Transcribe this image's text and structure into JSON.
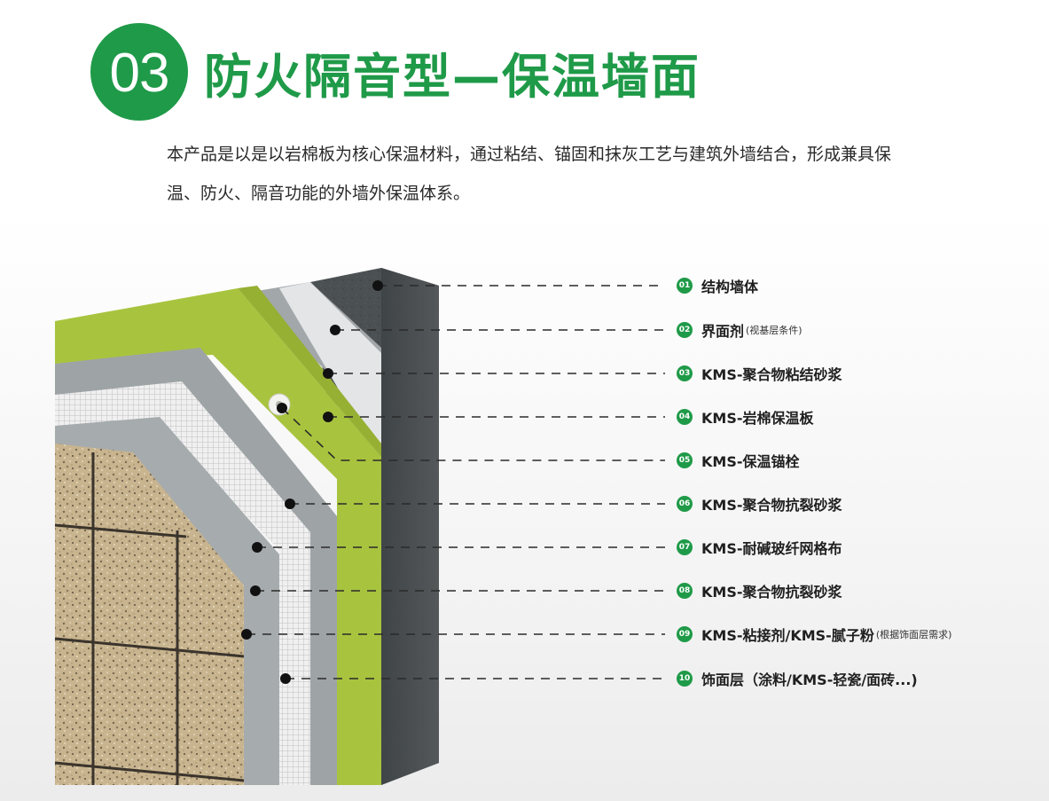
{
  "header": {
    "badge_number": "03",
    "title": "防火隔音型—保温墙面",
    "description": "本产品是以是以岩棉板为核心保温材料，通过粘结、锚固和抹灰工艺与建筑外墙结合，形成兼具保温、防火、隔音功能的外墙外保温体系。"
  },
  "colors": {
    "accent": "#1f9a48",
    "structural_wall": "#4a4f52",
    "rock_wool": "#a7c43c",
    "mortar": "#9ea3a6",
    "mesh": "#e6e6e6",
    "finish": "#c9b58e"
  },
  "layers": [
    {
      "num": "01",
      "text": "结构墙体",
      "note": ""
    },
    {
      "num": "02",
      "text": "界面剂",
      "note": "(视基层条件)"
    },
    {
      "num": "03",
      "text": "KMS-聚合物粘结砂浆",
      "note": ""
    },
    {
      "num": "04",
      "text": "KMS-岩棉保温板",
      "note": ""
    },
    {
      "num": "05",
      "text": "KMS-保温锚栓",
      "note": ""
    },
    {
      "num": "06",
      "text": "KMS-聚合物抗裂砂浆",
      "note": ""
    },
    {
      "num": "07",
      "text": "KMS-耐碱玻纤网格布",
      "note": ""
    },
    {
      "num": "08",
      "text": "KMS-聚合物抗裂砂浆",
      "note": ""
    },
    {
      "num": "09",
      "text": "KMS-粘接剂/KMS-腻子粉",
      "note": "(根据饰面层需求)"
    },
    {
      "num": "10",
      "text": "饰面层（涂料/KMS-轻瓷/面砖...)",
      "note": ""
    }
  ]
}
